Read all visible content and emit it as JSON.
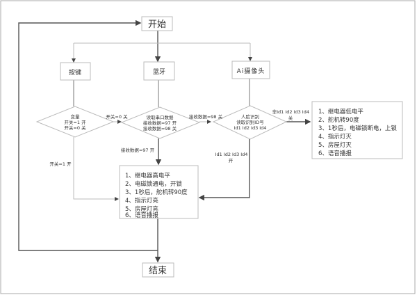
{
  "nodes": {
    "start": "开始",
    "end": "结束",
    "button": "按键",
    "bluetooth": "蓝牙",
    "camera": "Ai摄像头",
    "d1": [
      "变量",
      "开关=1 开",
      "开关=0 关"
    ],
    "d2": [
      "读取串口数据",
      "接收数据=97 开",
      "接收数据=98 关"
    ],
    "d3": [
      "人脸识别",
      "读取识别ID号",
      "Id1 Id2 Id3 Id4"
    ],
    "open_actions": [
      "1、继电器高电平",
      "2、电磁锁通电，开锁",
      "3、1秒后，舵机转90度",
      "4、指示灯亮",
      "5、房屋灯亮",
      "6、语音播报"
    ],
    "close_actions": [
      "1、继电器低电平",
      "2、舵机转90度",
      "3、1秒后，电磁锁断电，上锁",
      "4、指示灯灭",
      "5、房屋灯灭",
      "6、语音播报"
    ]
  },
  "edges": {
    "d1_close": "开关=0 关",
    "d1_open": "开关=1 开",
    "d2_close": "接收数据=98 关",
    "d2_open": "接收数据=97 开",
    "d3_close": [
      "非Id1 Id2 Id3 Id4",
      "关"
    ],
    "d3_open": [
      "Id1 Id2 Id3 Id4",
      "开"
    ]
  }
}
